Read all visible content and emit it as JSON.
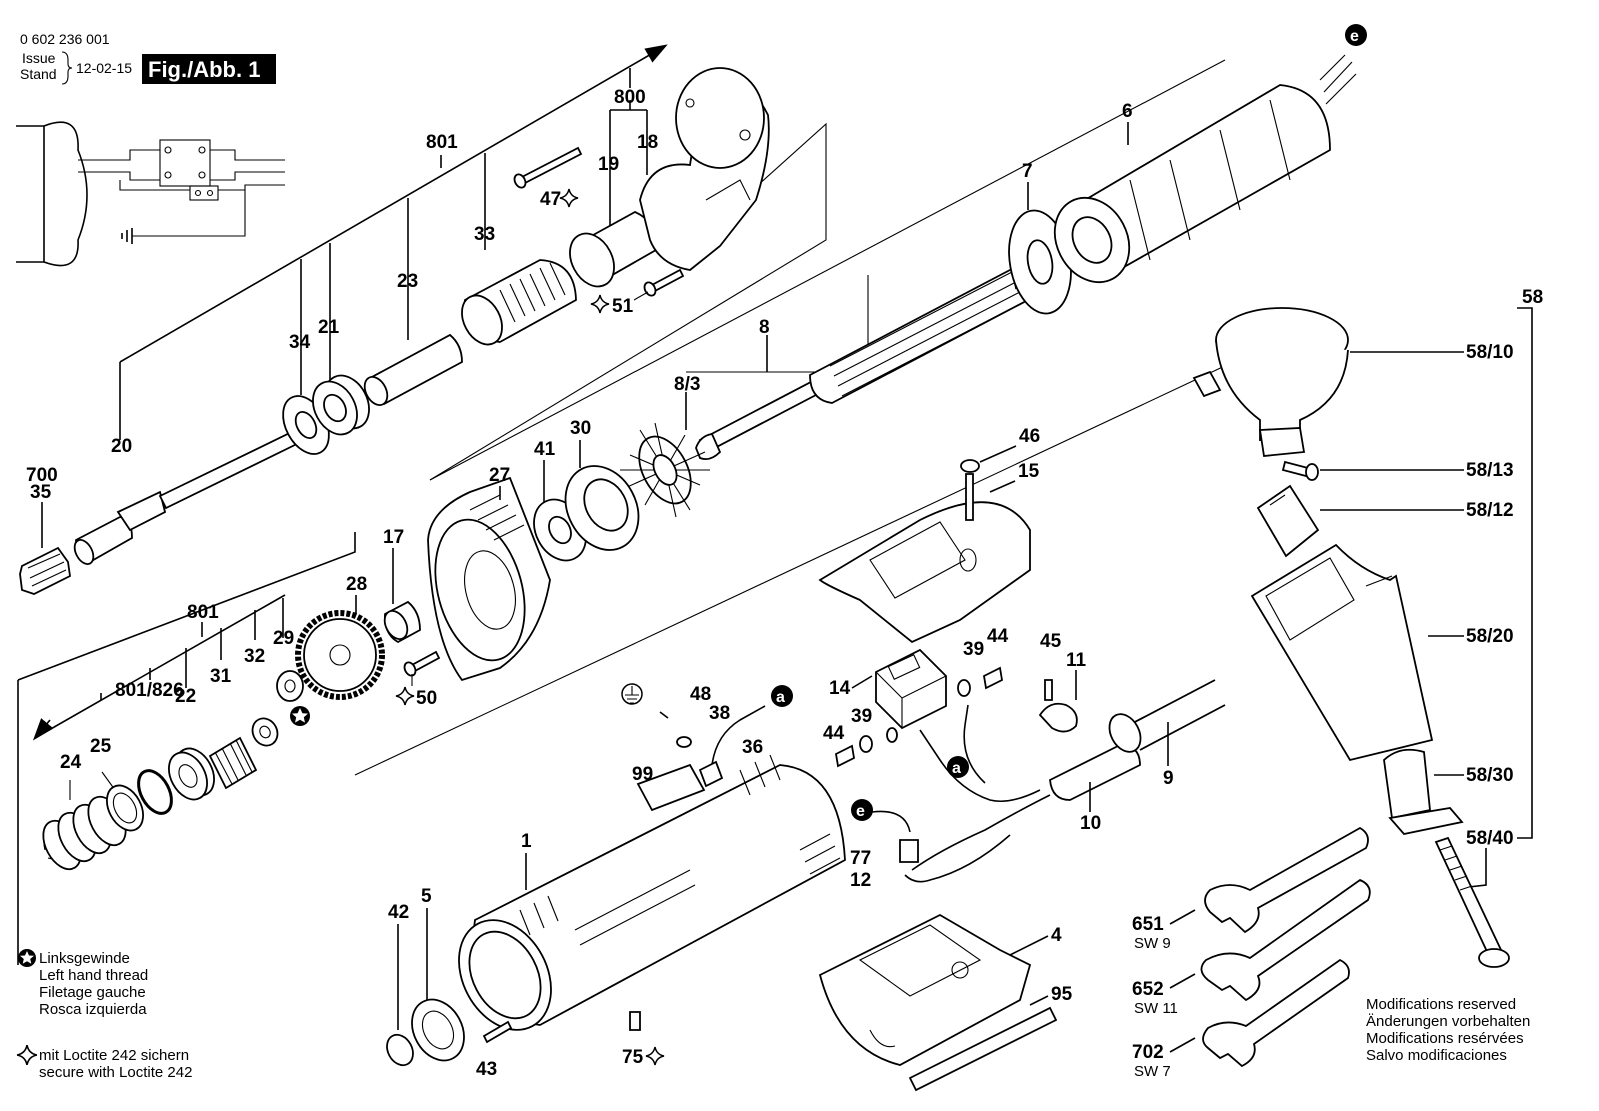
{
  "header": {
    "part_number": "0 602 236 001",
    "issue_label": "Issue",
    "stand_label": "Stand",
    "issue_date": "12-02-15",
    "figure_label": "Fig./Abb. 1"
  },
  "callouts": {
    "c700": "700",
    "c35": "35",
    "c20": "20",
    "c34": "34",
    "c21": "21",
    "c23": "23",
    "c801a": "801",
    "c33": "33",
    "c800": "800",
    "c19": "19",
    "c18": "18",
    "c47": "47",
    "c51": "51",
    "c6": "6",
    "c7": "7",
    "c8": "8",
    "c8_3": "8/3",
    "c27": "27",
    "c41": "41",
    "c30": "30",
    "c17": "17",
    "c28": "28",
    "c801b": "801",
    "c29": "29",
    "c32": "32",
    "c31": "31",
    "c22": "22",
    "c801_826": "801/826",
    "c25": "25",
    "c24": "24",
    "c50": "50",
    "c46": "46",
    "c15": "15",
    "c39a": "39",
    "c44a": "44",
    "c45": "45",
    "c11": "11",
    "c14": "14",
    "c44b": "44",
    "c39b": "39",
    "c48": "48",
    "c38": "38",
    "c36": "36",
    "c99": "99",
    "c1": "1",
    "c9": "9",
    "c10": "10",
    "c77": "77",
    "c12": "12",
    "c42": "42",
    "c5": "5",
    "c43": "43",
    "c75": "75",
    "c4": "4",
    "c95": "95",
    "c58": "58",
    "c58_10": "58/10",
    "c58_13": "58/13",
    "c58_12": "58/12",
    "c58_20": "58/20",
    "c58_30": "58/30",
    "c58_40": "58/40",
    "c651": "651",
    "sw9": "SW 9",
    "c652": "652",
    "sw11": "SW 11",
    "c702": "702",
    "sw7": "SW 7"
  },
  "connectors": {
    "e": "e",
    "a": "a"
  },
  "legend": {
    "left_hand_thread": [
      "Linksgewinde",
      "Left hand thread",
      "Filetage gauche",
      "Rosca izquierda"
    ],
    "loctite": [
      "mit Loctite 242 sichern",
      "secure with Loctite 242"
    ]
  },
  "footer": {
    "modifications": [
      "Modifications reserved",
      "Änderungen vorbehalten",
      "Modifications resérvées",
      "Salvo modificaciones"
    ]
  },
  "icons": [
    "star-icon",
    "loctite-diamond-icon",
    "ground-icon",
    "arrow-icon"
  ]
}
